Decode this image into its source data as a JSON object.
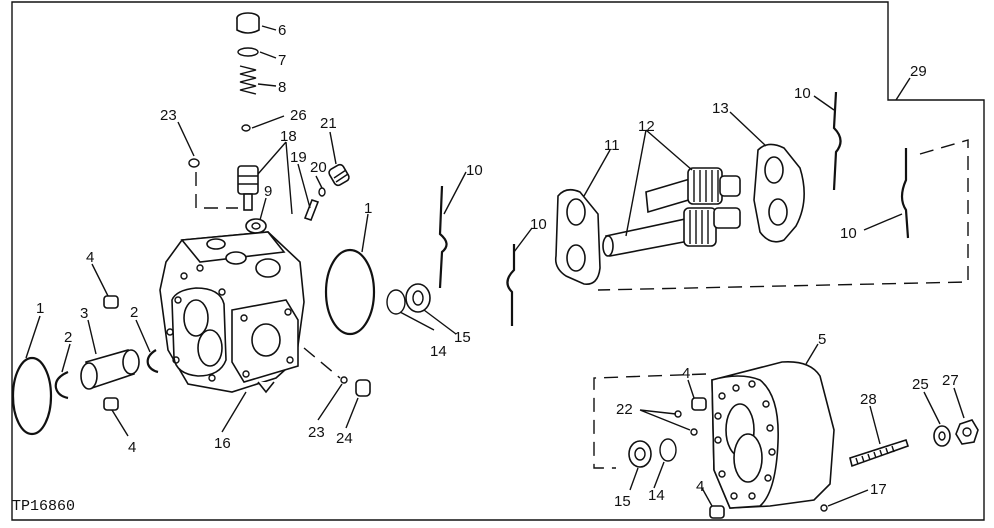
{
  "figure_code": "TP16860",
  "callouts": [
    {
      "id": "c1a",
      "text": "1"
    },
    {
      "id": "c1b",
      "text": "1"
    },
    {
      "id": "c2a",
      "text": "2"
    },
    {
      "id": "c2b",
      "text": "2"
    },
    {
      "id": "c3",
      "text": "3"
    },
    {
      "id": "c4a",
      "text": "4"
    },
    {
      "id": "c4b",
      "text": "4"
    },
    {
      "id": "c4c",
      "text": "4"
    },
    {
      "id": "c4d",
      "text": "4"
    },
    {
      "id": "c5",
      "text": "5"
    },
    {
      "id": "c6",
      "text": "6"
    },
    {
      "id": "c7",
      "text": "7"
    },
    {
      "id": "c8",
      "text": "8"
    },
    {
      "id": "c9",
      "text": "9"
    },
    {
      "id": "c10a",
      "text": "10"
    },
    {
      "id": "c10b",
      "text": "10"
    },
    {
      "id": "c10c",
      "text": "10"
    },
    {
      "id": "c10d",
      "text": "10"
    },
    {
      "id": "c11",
      "text": "11"
    },
    {
      "id": "c12",
      "text": "12"
    },
    {
      "id": "c13",
      "text": "13"
    },
    {
      "id": "c14a",
      "text": "14"
    },
    {
      "id": "c14b",
      "text": "14"
    },
    {
      "id": "c15a",
      "text": "15"
    },
    {
      "id": "c15b",
      "text": "15"
    },
    {
      "id": "c16",
      "text": "16"
    },
    {
      "id": "c17",
      "text": "17"
    },
    {
      "id": "c18",
      "text": "18"
    },
    {
      "id": "c19",
      "text": "19"
    },
    {
      "id": "c20",
      "text": "20"
    },
    {
      "id": "c21",
      "text": "21"
    },
    {
      "id": "c22",
      "text": "22"
    },
    {
      "id": "c23a",
      "text": "23"
    },
    {
      "id": "c23b",
      "text": "23"
    },
    {
      "id": "c24",
      "text": "24"
    },
    {
      "id": "c25",
      "text": "25"
    },
    {
      "id": "c26",
      "text": "26"
    },
    {
      "id": "c27",
      "text": "27"
    },
    {
      "id": "c28",
      "text": "28"
    },
    {
      "id": "c29",
      "text": "29"
    }
  ]
}
